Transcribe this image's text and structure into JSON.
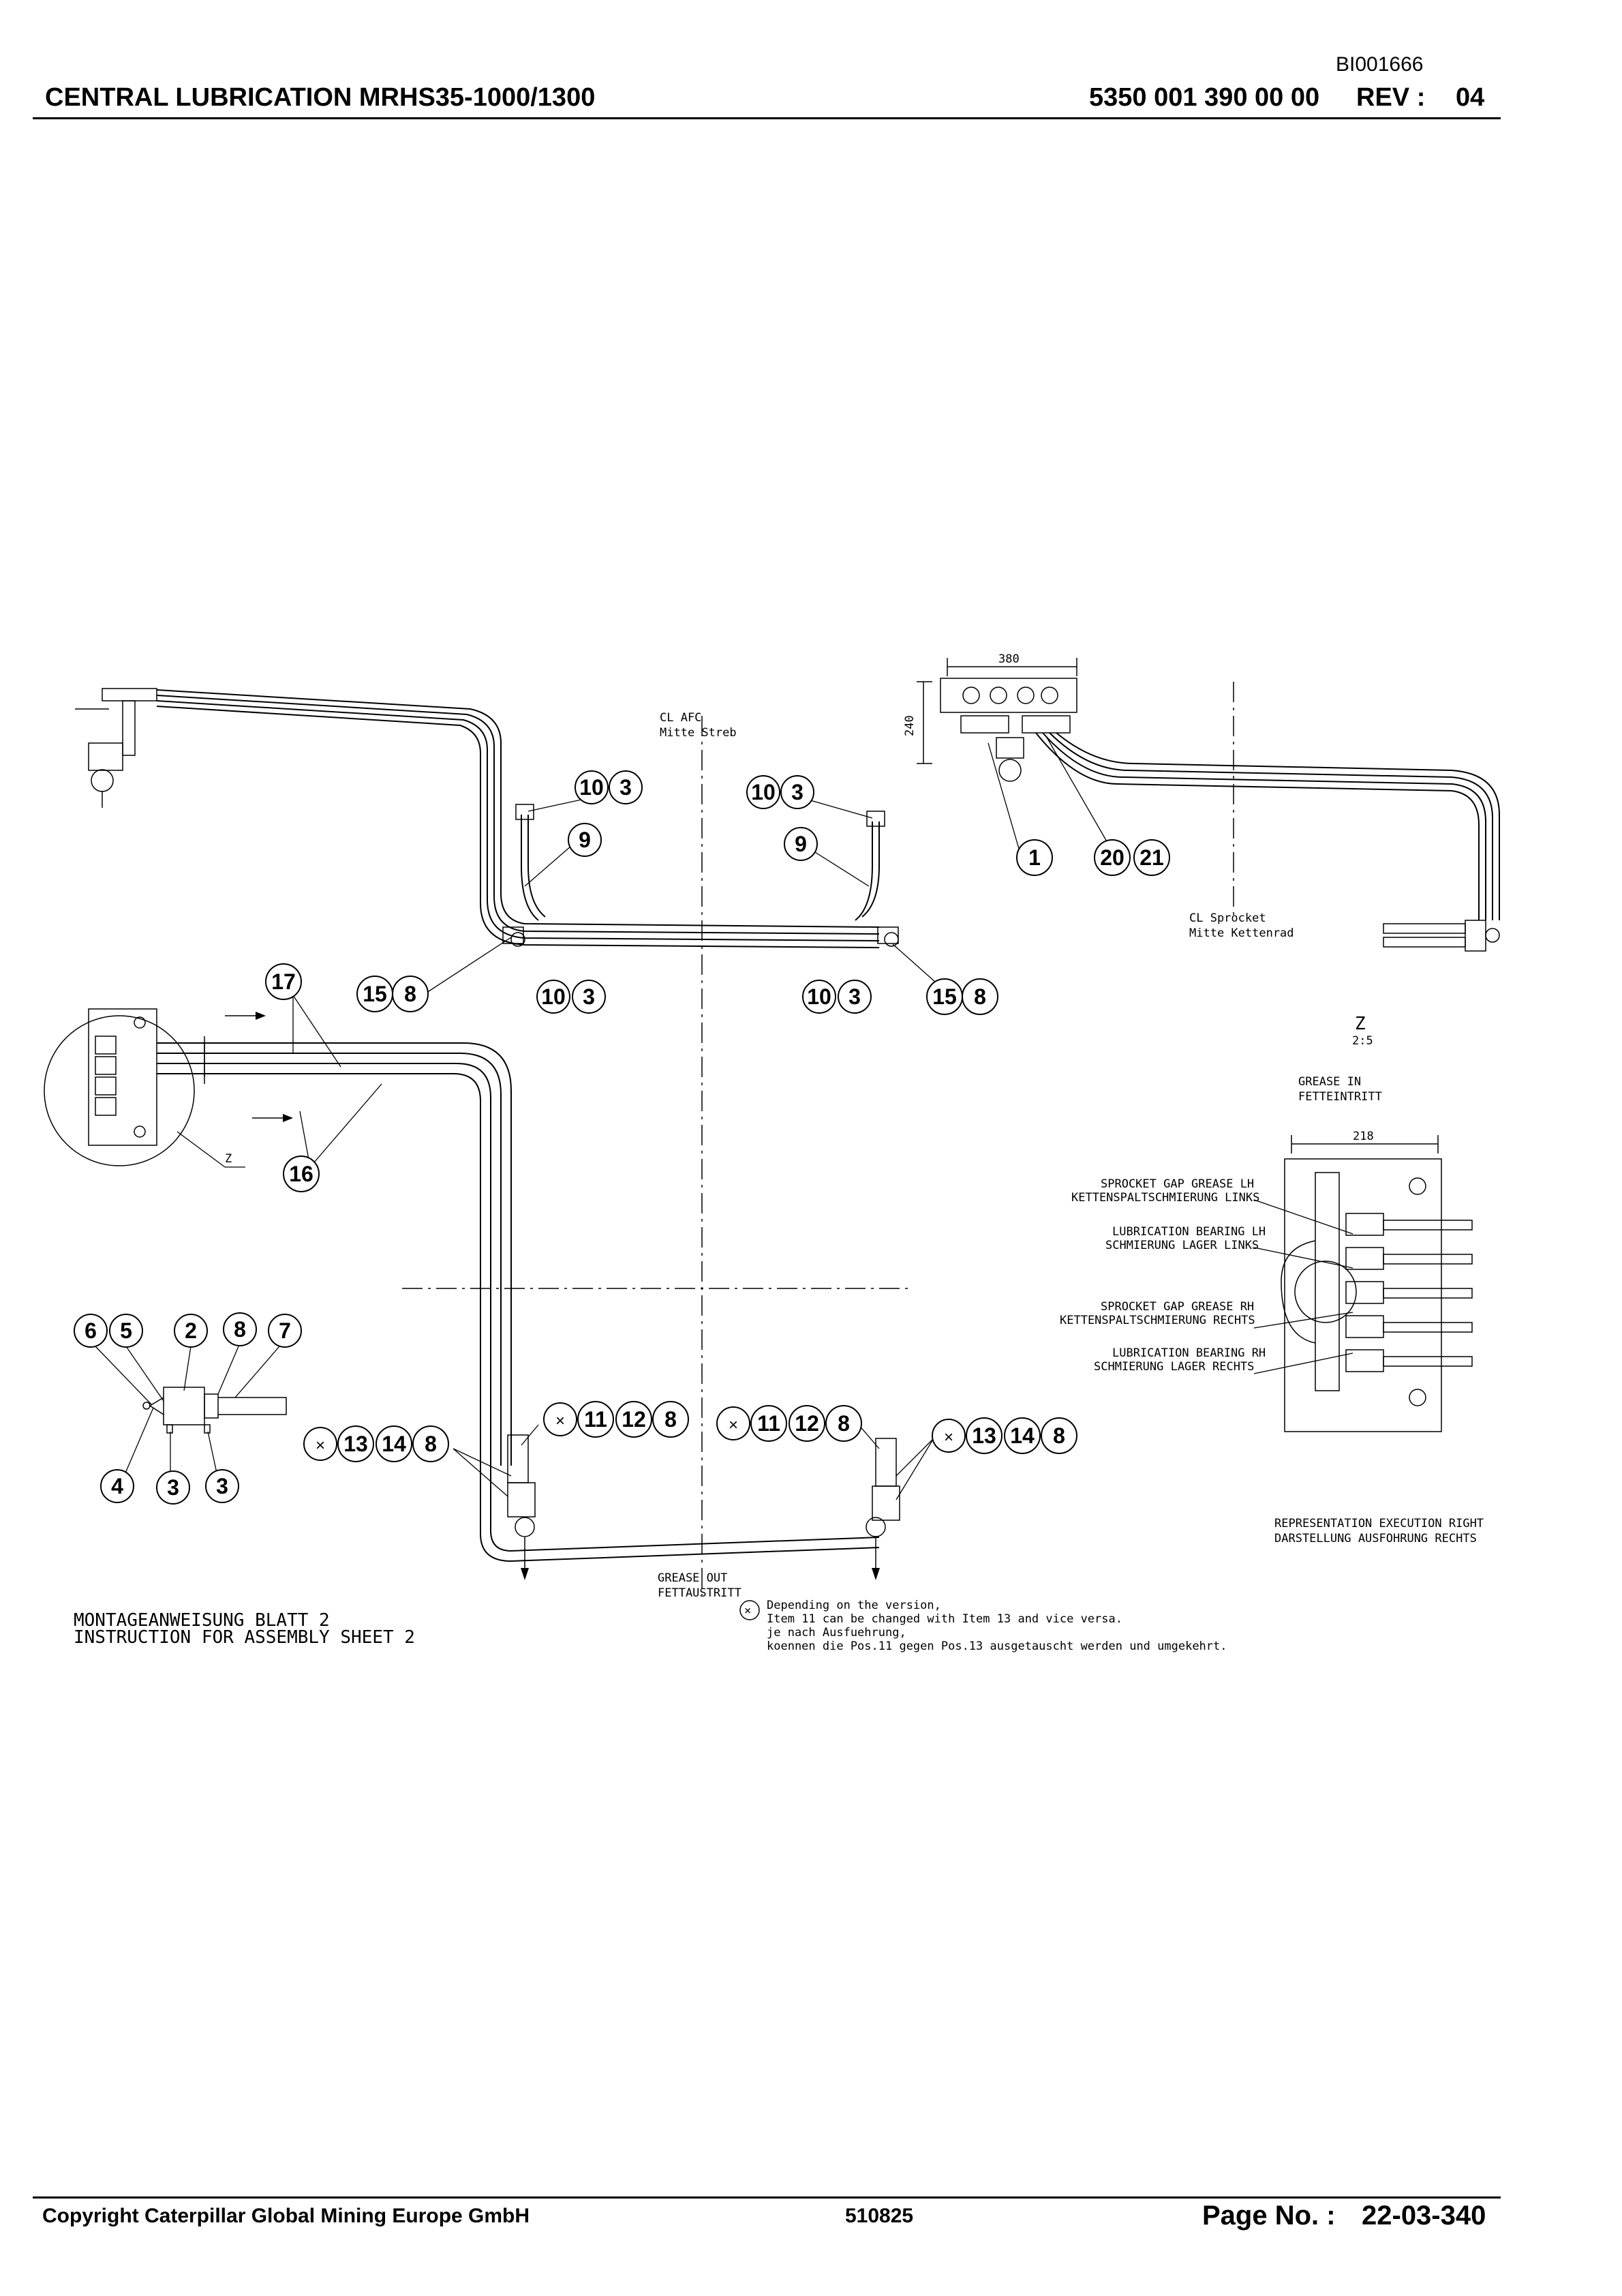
{
  "header": {
    "doc_id": "BI001666",
    "title": "CENTRAL LUBRICATION MRHS35-1000/1300",
    "part_number": "5350 001 390 00 00",
    "rev_label": "REV :",
    "rev_value": "04"
  },
  "footer": {
    "copyright": "Copyright Caterpillar Global Mining Europe GmbH",
    "doc_number": "510825",
    "page_label": "Page No. :",
    "page_value": "22-03-340"
  },
  "diagram": {
    "dim_380": "380",
    "dim_240": "240",
    "dim_218": "218",
    "cl_afc_1": "CL AFC",
    "cl_afc_2": "Mitte Streb",
    "cl_sprocket_1": "CL Sprocket",
    "cl_sprocket_2": "Mitte Kettenrad",
    "view_z": "Z",
    "view_z_scale": "2:5",
    "z_marker": "Z",
    "grease_in_1": "GREASE IN",
    "grease_in_2": "FETTEINTRITT",
    "grease_out_1": "GREASE OUT",
    "grease_out_2": "FETTAUSTRITT",
    "label_sg_lh_1": "SPROCKET GAP GREASE LH",
    "label_sg_lh_2": "KETTENSPALTSCHMIERUNG LINKS",
    "label_lb_lh_1": "LUBRICATION BEARING LH",
    "label_lb_lh_2": "SCHMIERUNG LAGER LINKS",
    "label_sg_rh_1": "SPROCKET GAP GREASE RH",
    "label_sg_rh_2": "KETTENSPALTSCHMIERUNG RECHTS",
    "label_lb_rh_1": "LUBRICATION BEARING RH",
    "label_lb_rh_2": "SCHMIERUNG LAGER RECHTS",
    "repr_1": "REPRESENTATION EXECUTION RIGHT",
    "repr_2": "DARSTELLUNG AUSFOHRUNG RECHTS",
    "instr_1": "MONTAGEANWEISUNG BLATT 2",
    "instr_2": "INSTRUCTION FOR ASSEMBLY SHEET 2",
    "footnote_mark": "×",
    "footnote_1": "Depending on the version,",
    "footnote_2": "Item 11 can be changed with Item 13 and vice versa.",
    "footnote_3": "je nach Ausfuehrung,",
    "footnote_4": "koennen die Pos.11 gegen Pos.13 ausgetauscht werden und umgekehrt.",
    "star": "×",
    "callouts": [
      "10",
      "3",
      "10",
      "3",
      "9",
      "9",
      "1",
      "20",
      "21",
      "17",
      "15",
      "8",
      "10",
      "3",
      "10",
      "3",
      "15",
      "8",
      "16",
      "6",
      "5",
      "2",
      "8",
      "7",
      "4",
      "3",
      "3",
      "13",
      "14",
      "8",
      "11",
      "12",
      "8",
      "11",
      "12",
      "8",
      "13",
      "14",
      "8"
    ]
  }
}
